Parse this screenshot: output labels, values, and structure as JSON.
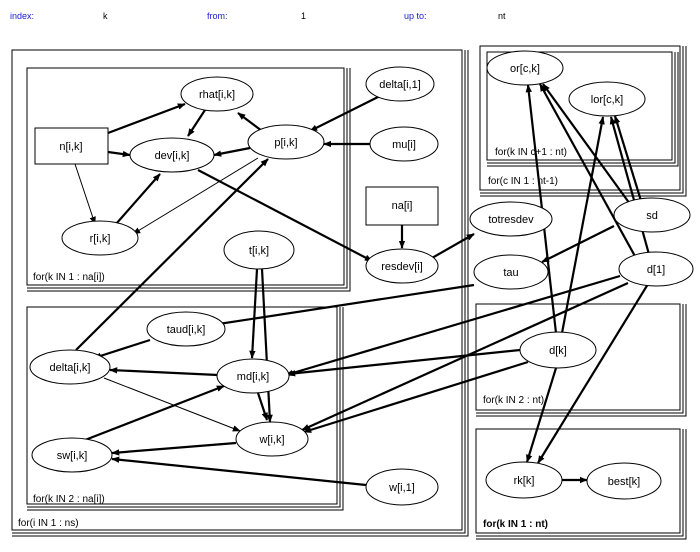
{
  "header": {
    "index_label": "index:",
    "index_value": "k",
    "from_label": "from:",
    "from_value": "1",
    "upto_label": "up to:",
    "upto_value": "nt"
  },
  "plates": {
    "inner_top": "for(k IN 1 : na[i])",
    "inner_bottom": "for(k IN 2 : na[i])",
    "outer_left": "for(i IN 1 : ns)",
    "top_right_inner": "for(k IN c+1 : nt)",
    "top_right_outer": "for(c IN 1 : nt-1)",
    "mid_right": "for(k IN 2 : nt)",
    "bottom_right": "for(k IN 1 : nt)"
  },
  "nodes": {
    "rhat": "rhat[i,k]",
    "delta_i1": "delta[i,1]",
    "n": "n[i,k]",
    "dev": "dev[i,k]",
    "p": "p[i,k]",
    "mu": "mu[i]",
    "r": "r[i,k]",
    "na": "na[i]",
    "resdev": "resdev[i]",
    "totresdev": "totresdev",
    "t": "t[i,k]",
    "tau": "tau",
    "taud": "taud[i,k]",
    "delta_ik": "delta[i,k]",
    "md": "md[i,k]",
    "w": "w[i,k]",
    "sw": "sw[i,k]",
    "w_i1": "w[i,1]",
    "or": "or[c,k]",
    "lor": "lor[c,k]",
    "sd": "sd",
    "d1": "d[1]",
    "dk": "d[k]",
    "rk": "rk[k]",
    "best": "best[k]"
  }
}
